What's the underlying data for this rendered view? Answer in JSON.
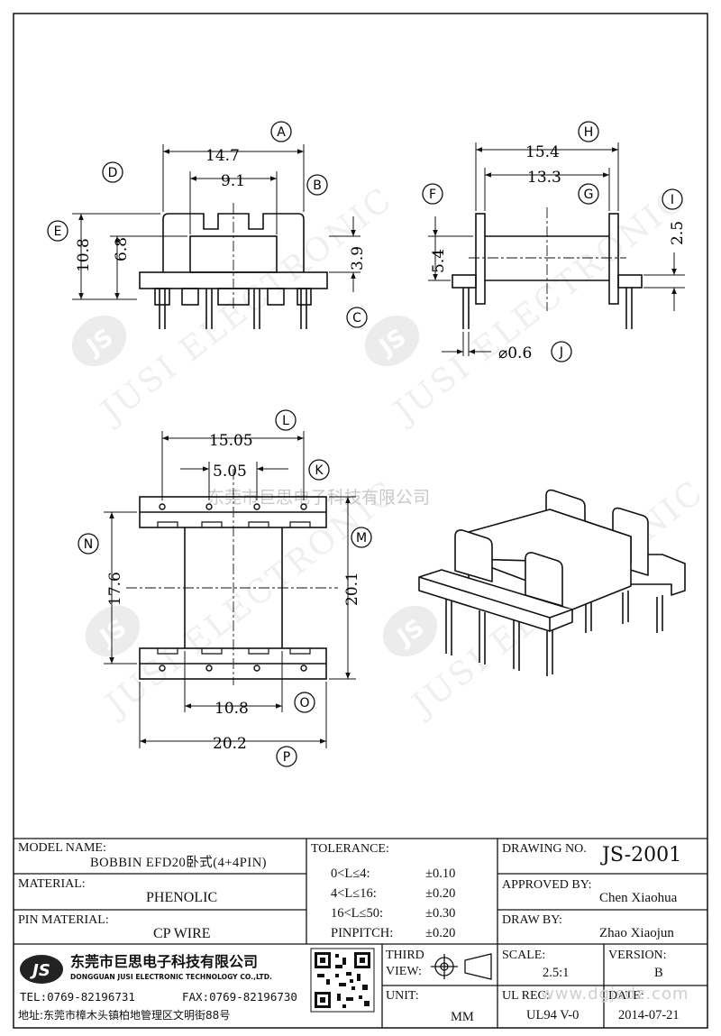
{
  "watermark": {
    "company_cn": "东莞市巨思电子科技有限公司",
    "brand": "JUSI ELECTRONIC",
    "logo": "JS"
  },
  "views": {
    "front": {
      "dims": {
        "A": "14.7",
        "B": "9.1",
        "C": "3.9",
        "D": "6.8",
        "E": "10.8"
      }
    },
    "side": {
      "dims": {
        "H": "15.4",
        "G": "13.3",
        "I": "2.5",
        "F": "5.4",
        "J": "⌀0.6"
      }
    },
    "top": {
      "dims": {
        "L": "15.05",
        "K": "5.05",
        "N": "17.6",
        "M": "20.1",
        "O": "10.8",
        "P": "20.2"
      }
    }
  },
  "callouts": [
    "A",
    "B",
    "C",
    "D",
    "E",
    "F",
    "G",
    "H",
    "I",
    "J",
    "K",
    "L",
    "M",
    "N",
    "O",
    "P"
  ],
  "title_block": {
    "model_name_label": "MODEL NAME:",
    "model_name_value": "BOBBIN EFD20卧式(4+4PIN)",
    "material_label": "MATERIAL:",
    "material_value": "PHENOLIC",
    "pin_material_label": "PIN MATERIAL:",
    "pin_material_value": "CP WIRE",
    "tolerance_label": "TOLERANCE:",
    "tolerance_rows": [
      {
        "range": "0<L≤4:",
        "value": "±0.10"
      },
      {
        "range": "4<L≤16:",
        "value": "±0.20"
      },
      {
        "range": "16<L≤50:",
        "value": "±0.30"
      },
      {
        "range": "PINPITCH:",
        "value": "±0.20"
      }
    ],
    "drawing_no_label": "DRAWING NO.",
    "drawing_no_value": "JS-2001",
    "approved_by_label": "APPROVED BY:",
    "approved_by_value": "Chen Xiaohua",
    "draw_by_label": "DRAW BY:",
    "draw_by_value": "Zhao Xiaojun",
    "company_logo": "JS",
    "company_cn": "东莞市巨思电子科技有限公司",
    "company_en": "DONGGUAN JUSI ELECTRONIC TECHNOLOGY CO.,LTD.",
    "tel": "TEL:0769-82196731",
    "fax": "FAX:0769-82196730",
    "address": "地址:东莞市樟木头镇柏地管理区文明街88号",
    "third_view_label_1": "THIRD",
    "third_view_label_2": "VIEW:",
    "unit_label": "UNIT:",
    "unit_value": "MM",
    "scale_label": "SCALE:",
    "scale_value": "2.5:1",
    "version_label": "VERSION:",
    "version_value": "B",
    "ul_rec_label": "UL REC:",
    "ul_rec_value": "UL94 V-0",
    "date_label": "DATE:",
    "date_value": "2014-07-21",
    "site_watermark": "www.dgjsdz.com"
  }
}
